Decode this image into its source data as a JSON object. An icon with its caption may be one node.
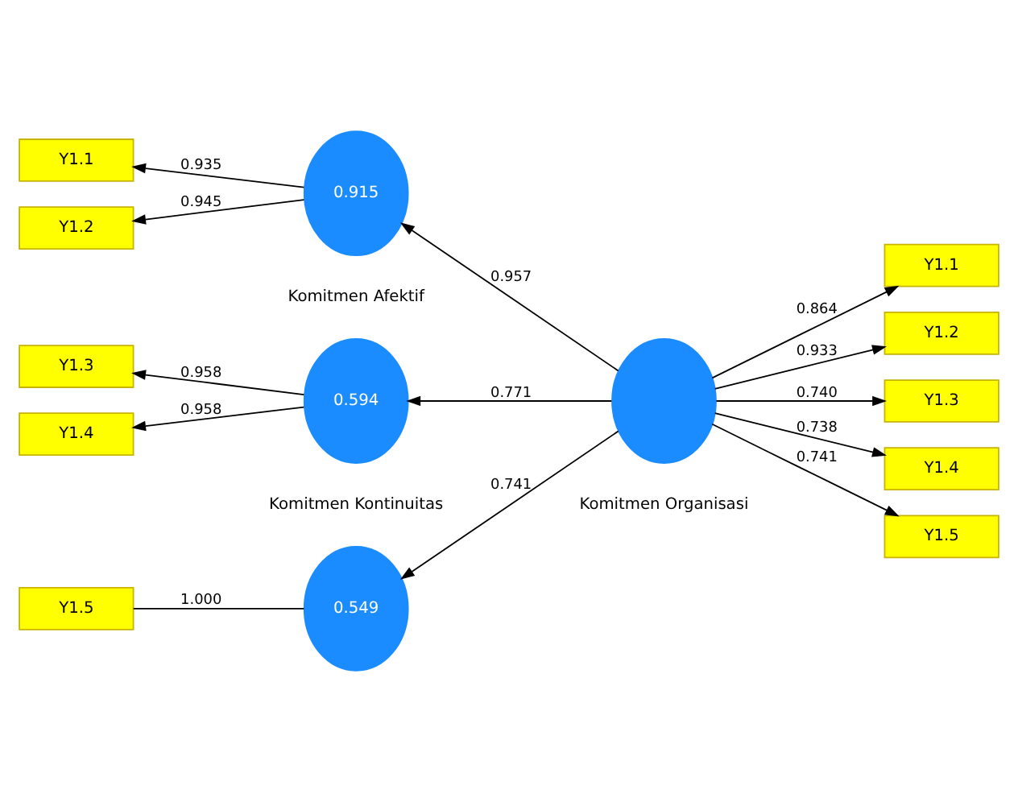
{
  "diagram": {
    "nodes": [
      {
        "text": [
          "Y1.1"
        ]
      },
      {
        "text": [
          "Y1.2"
        ]
      },
      {
        "text": [
          "0.915"
        ],
        "beside": [
          "Komitmen Afektif"
        ]
      },
      {
        "text": [
          "Y1.1"
        ]
      },
      {
        "text": [
          "Y1.2"
        ]
      },
      {
        "text": [
          "Y1.3"
        ]
      },
      {
        "text": [
          "Y1.3"
        ]
      },
      {
        "text": [
          "0.594"
        ],
        "beside": [
          "Komitmen Kontinuitas"
        ]
      },
      {
        "text": [],
        "shape": "circle",
        "beside": [
          "Komitmen Organisasi"
        ]
      },
      {
        "text": [
          "Y1.4"
        ]
      },
      {
        "text": [
          "Y1.4"
        ]
      },
      {
        "text": [
          "Y1.5"
        ]
      },
      {
        "text": [
          "Y1.5"
        ]
      },
      {
        "text": [
          "0.549"
        ]
      }
    ],
    "edges": [
      {
        "from": 2,
        "to": 0,
        "arrow": "to",
        "label": "0.935"
      },
      {
        "from": 2,
        "to": 1,
        "arrow": "to",
        "label": "0.945"
      },
      {
        "from": 8,
        "to": 2,
        "arrow": "to",
        "label": "0.957"
      },
      {
        "from": 7,
        "to": 6,
        "arrow": "to",
        "label": "0.958"
      },
      {
        "from": 7,
        "to": 10,
        "arrow": "to",
        "label": "0.958"
      },
      {
        "from": 8,
        "to": 7,
        "arrow": "to",
        "label": "0.771"
      },
      {
        "from": 8,
        "to": 13,
        "arrow": "to",
        "label": "0.741"
      },
      {
        "from": 12,
        "to": 13,
        "arrow": "none",
        "label": "1.000"
      },
      {
        "from": 8,
        "to": 3,
        "arrow": "to",
        "label": "0.864"
      },
      {
        "from": 8,
        "to": 4,
        "arrow": "to",
        "label": "0.933"
      },
      {
        "from": 8,
        "to": 5,
        "arrow": "to",
        "label": "0.740"
      },
      {
        "from": 8,
        "to": 9,
        "arrow": "to",
        "label": "0.738"
      },
      {
        "from": 8,
        "to": 11,
        "arrow": "to",
        "label": "0.741"
      }
    ]
  }
}
